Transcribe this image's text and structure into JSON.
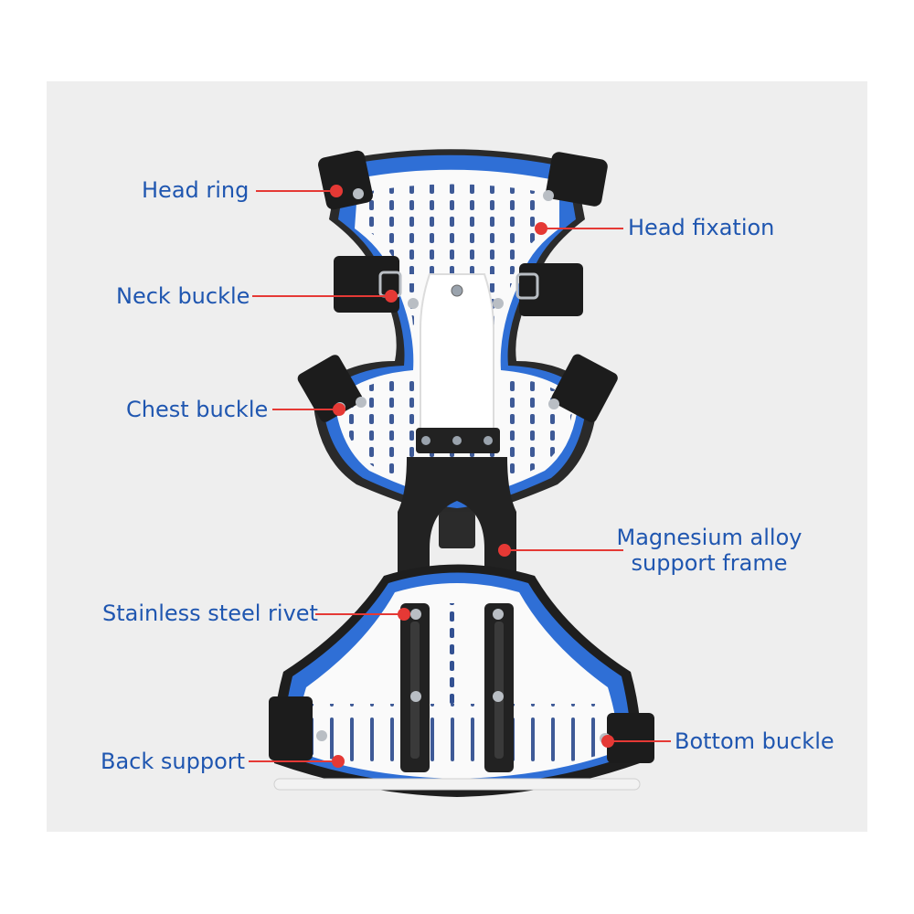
{
  "labels": {
    "head_ring": "Head ring",
    "head_fixation": "Head fixation",
    "neck_buckle": "Neck buckle",
    "chest_buckle": "Chest buckle",
    "magnesium_line1": "Magnesium alloy",
    "magnesium_line2": "support frame",
    "stainless_rivet": "Stainless steel rivet",
    "back_support": "Back support",
    "bottom_buckle": "Bottom buckle"
  },
  "colors": {
    "panel": "#eeeeee",
    "label_text": "#1f56b0",
    "leader_line": "#e53935",
    "shell_white": "#fafafa",
    "padding_blue": "#2f6fd6",
    "strap_black": "#1c1c1c",
    "frame_black": "#222222"
  }
}
